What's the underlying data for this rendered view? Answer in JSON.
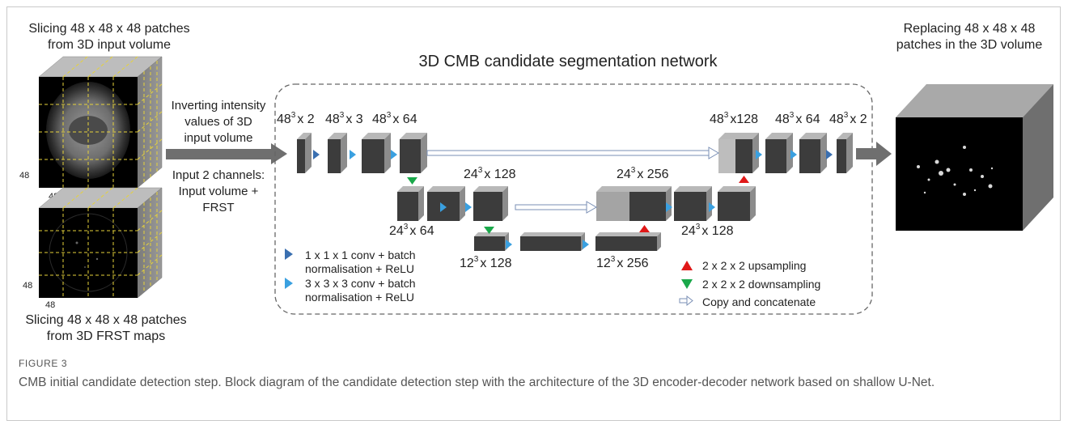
{
  "left_panel": {
    "top_label": [
      "Slicing 48 x 48 x 48 patches",
      "from 3D input volume"
    ],
    "bottom_label": [
      "Slicing 48 x 48 x 48 patches",
      "from 3D FRST maps"
    ],
    "dim": "48"
  },
  "middle_text": {
    "invert": [
      "Inverting intensity",
      "values of 3D",
      "input volume"
    ],
    "channels": [
      "Input 2 channels:",
      "Input volume +",
      "FRST"
    ]
  },
  "network": {
    "title": "3D CMB candidate segmentation network",
    "top_row_labels": [
      "48",
      "x 2",
      "48",
      "x 3",
      "48",
      "x 64"
    ],
    "enc_labels": {
      "l1": "24",
      "l1_suffix": "x 64",
      "l2": "24",
      "l2_suffix": "x 128",
      "l3": "12",
      "l3_suffix": "x 128"
    },
    "dec_labels": {
      "d3": "12",
      "d3_suffix": "x 256",
      "d2": "24",
      "d2_suffix": "x 256",
      "d2b": "24",
      "d2b_suffix": "x 128",
      "d1a": "48",
      "d1a_suffix": "x128",
      "d1b": "48",
      "d1b_suffix": "x 64",
      "d1c": "48",
      "d1c_suffix": "x 2"
    },
    "exponent": "3"
  },
  "legend_left": [
    {
      "symbol": "dark-blue-triangle",
      "color": "#3a6fb0",
      "lines": [
        "1 x 1 x 1 conv + batch",
        "normalisation + ReLU"
      ]
    },
    {
      "symbol": "light-blue-triangle",
      "color": "#3aa0e0",
      "lines": [
        "3 x 3 x 3 conv + batch",
        "normalisation + ReLU"
      ]
    }
  ],
  "legend_right": [
    {
      "symbol": "red-up-triangle",
      "color": "#e01818",
      "label": "2 x 2 x 2 upsampling"
    },
    {
      "symbol": "green-down-triangle",
      "color": "#1aa84a",
      "label": "2 x 2 x 2 downsampling"
    },
    {
      "symbol": "hollow-arrow",
      "color": "#7a8fb5",
      "label": "Copy and concatenate"
    }
  ],
  "right_panel": {
    "label": [
      "Replacing 48 x 48 x 48",
      "patches in the 3D volume"
    ]
  },
  "caption": {
    "figure_label": "FIGURE 3",
    "text": "CMB initial candidate detection step. Block diagram of the candidate detection step with the architecture of the 3D encoder-decoder network based on shallow U-Net."
  }
}
